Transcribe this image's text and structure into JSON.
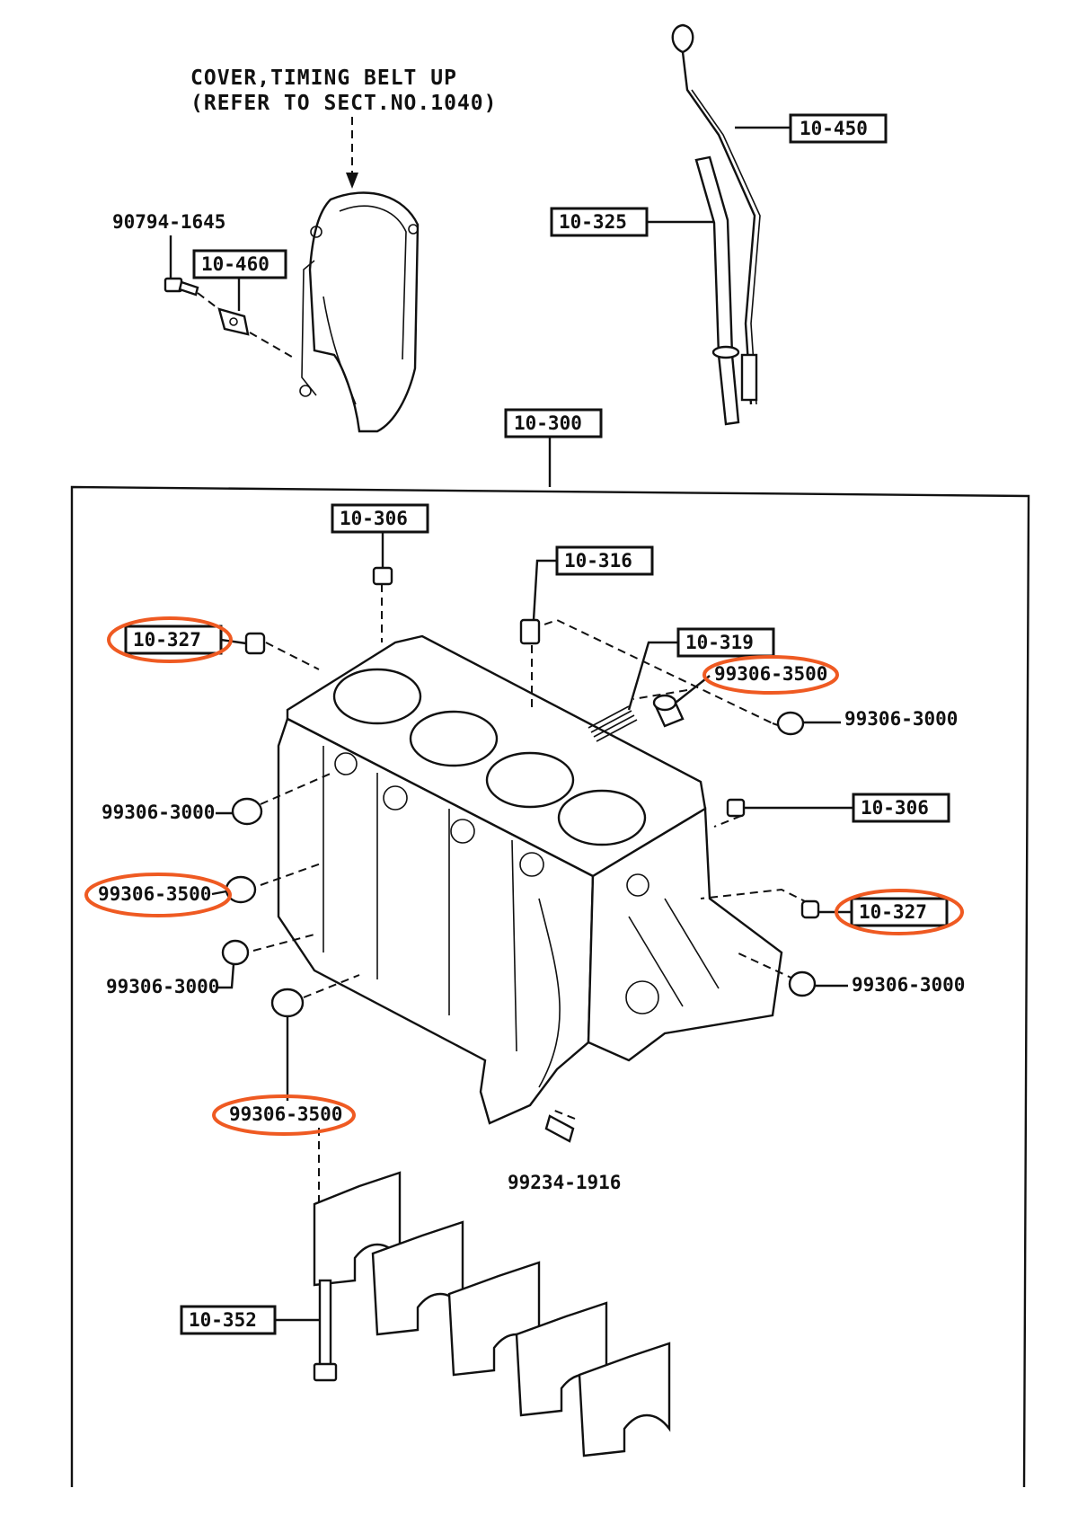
{
  "diagram": {
    "note_line1": "COVER,TIMING BELT UP",
    "note_line2": "(REFER TO SECT.NO.1040)",
    "highlight_color": "#ef5a22",
    "ref_boxes": {
      "r10_450": "10-450",
      "r10_325": "10-325",
      "r10_460": "10-460",
      "r10_300": "10-300",
      "r10_306a": "10-306",
      "r10_316": "10-316",
      "r10_327a": "10-327",
      "r10_319": "10-319",
      "r10_306b": "10-306",
      "r10_327b": "10-327",
      "r10_352": "10-352"
    },
    "part_numbers": {
      "p90794": "90794-1645",
      "p3500_top": "99306-3500",
      "p3000_right_top": "99306-3000",
      "p3000_left_top": "99306-3000",
      "p3500_left": "99306-3500",
      "p3000_left_bottom": "99306-3000",
      "p3000_right_bottom": "99306-3000",
      "p3500_bottom": "99306-3500",
      "p99234": "99234-1916"
    }
  }
}
